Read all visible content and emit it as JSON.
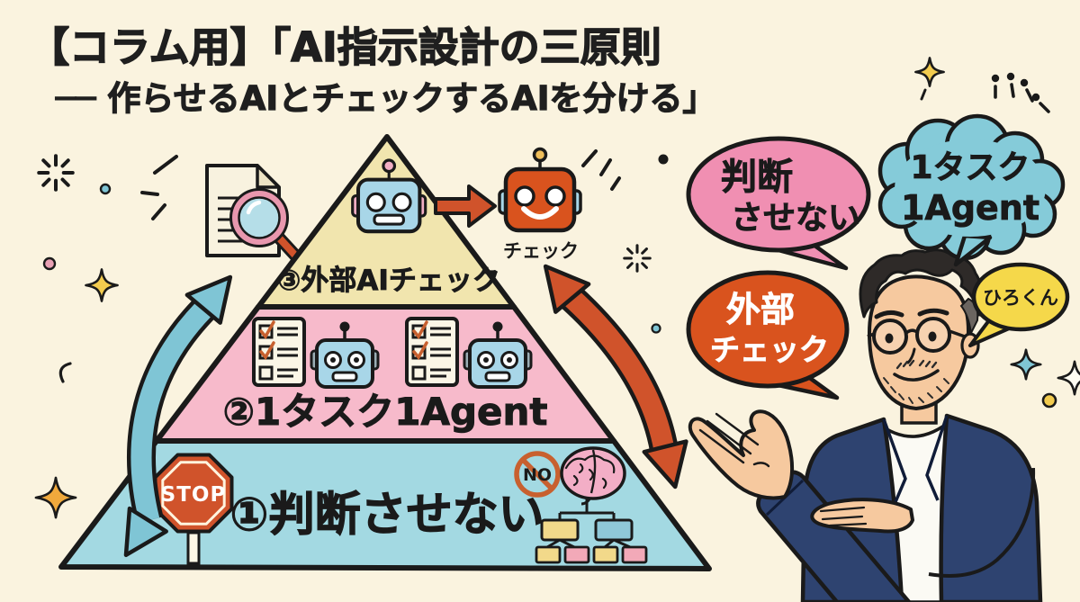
{
  "title": {
    "line1": "【コラム用】「AI指示設計の三原則",
    "line2": "── 作らせるAIとチェックするAIを分ける」"
  },
  "pyramid": {
    "level3_label": "③外部AIチェック",
    "level2_label": "②1タスク1Agent",
    "level1_label": "①判断させない",
    "checker_label": "チェック",
    "stop_text": "STOP",
    "no_text": "NO",
    "colors": {
      "level3": "#F1E5AE",
      "level2": "#F7BACB",
      "level1": "#A3D9E2"
    }
  },
  "bubbles": {
    "handan": {
      "line1": "判断",
      "line2": "させない",
      "color": "#F08FB2"
    },
    "onetask": {
      "line1": "1タスク",
      "line2": "1Agent",
      "color": "#85CBD9"
    },
    "gaibu": {
      "line1": "外部",
      "line2": "チェック",
      "color": "#D9531E"
    },
    "hirokun": {
      "text": "ひろくん",
      "color": "#F5D84A"
    }
  },
  "colors": {
    "background": "#FAF3DF",
    "outline": "#1A1A1A",
    "blue_arrow": "#7FC5D5",
    "orange_arrow": "#D0532B",
    "robot_blue": "#A8D6E8",
    "robot_orange": "#D9531E",
    "stop_sign": "#D0532B",
    "skin": "#F6C99F",
    "blazer": "#2E4370"
  }
}
